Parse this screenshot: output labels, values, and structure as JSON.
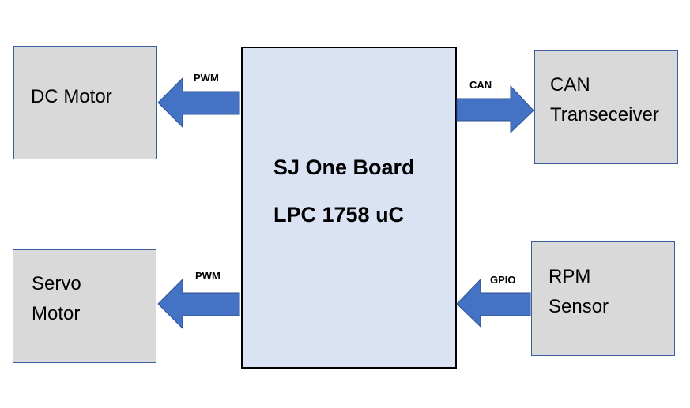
{
  "board": {
    "title_line1": "SJ One Board",
    "title_line2": "LPC 1758 uC"
  },
  "blocks": {
    "dc_motor": "DC Motor",
    "servo_motor": "Servo\nMotor",
    "can_transceiver": "CAN\nTranseceiver",
    "rpm_sensor": "RPM\nSensor"
  },
  "signals": {
    "dc_motor_pwm": "PWM",
    "servo_pwm": "PWM",
    "can": "CAN",
    "gpio": "GPIO"
  },
  "colors": {
    "arrow_fill": "#4472c4",
    "arrow_stroke": "#2f528f",
    "peripheral_fill": "#d9d9d9",
    "board_fill": "#dae3f3"
  }
}
